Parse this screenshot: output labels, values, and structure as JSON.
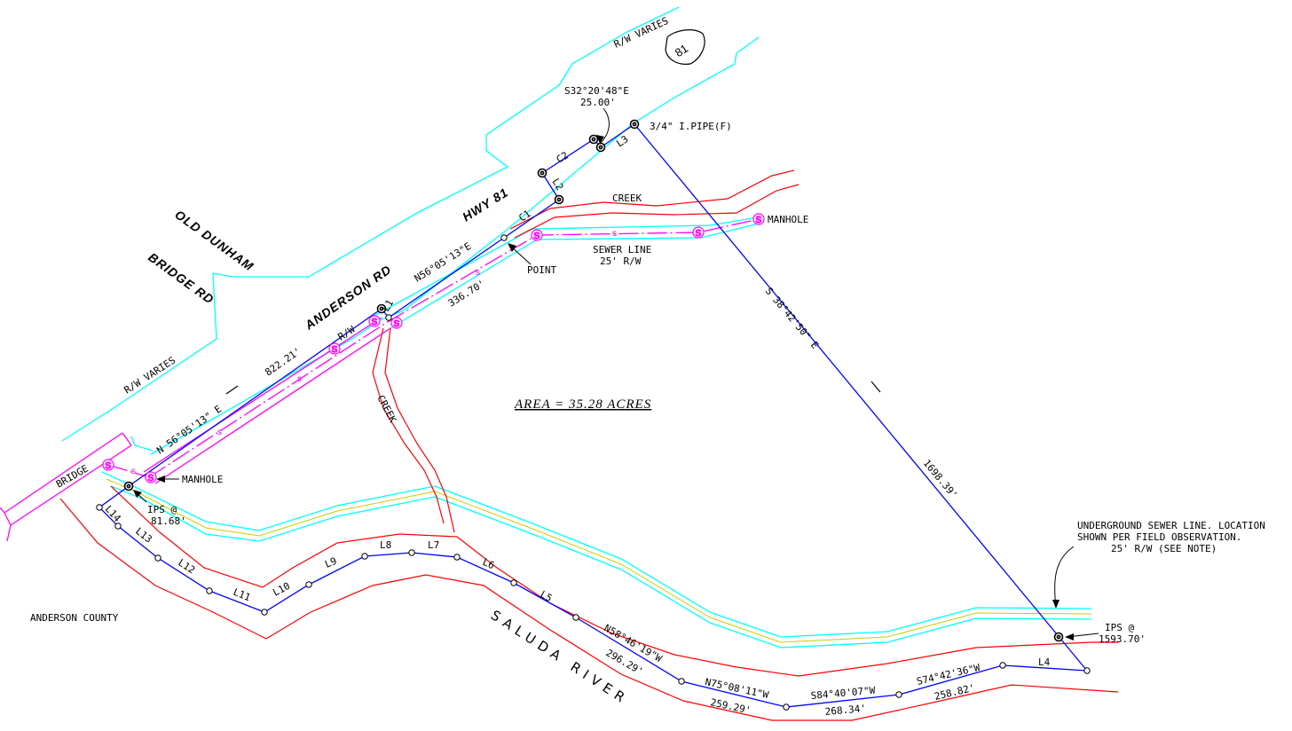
{
  "colors": {
    "row": "#00ffff",
    "sewer": "#ff00ff",
    "creek": "#ff0000",
    "boundary": "#0000ff",
    "sewer_center": "#ffff00",
    "text": "#000000"
  },
  "roads": {
    "hwy_81": "HWY 81",
    "anderson_rd": "ANDERSON RD",
    "old_dunham": "OLD DUNHAM",
    "bridge_rd": "BRIDGE RD",
    "route_shield": "81",
    "bridge": "BRIDGE"
  },
  "right_of_way": {
    "rw_varies_top": "R/W VARIES",
    "rw_varies_left": "R/W VARIES",
    "rw": "R/W"
  },
  "water": {
    "creek_top": "CREEK",
    "creek_mid": "CREEK",
    "river": "SALUDA RIVER"
  },
  "sewer": {
    "sewer_line": "SEWER LINE",
    "sewer_rw": "25' R/W",
    "manhole_right": "MANHOLE",
    "manhole_left": "MANHOLE",
    "point": "POINT",
    "manhole_symbol": "S",
    "line_mark": "s",
    "note_line1": "UNDERGROUND SEWER LINE. LOCATION",
    "note_line2": "SHOWN PER FIELD OBSERVATION.",
    "note_line3": "25' R/W (SEE NOTE)"
  },
  "monuments": {
    "iron_pipe": "3/4\" I.PIPE(F)",
    "ips_left_1": "IPS @",
    "ips_left_2": "81.68'",
    "ips_right_1": "IPS @",
    "ips_right_2": "1593.70'"
  },
  "bearings": {
    "s32_bearing": "S32°20'48\"E",
    "s32_distance": "25.00'",
    "n56_short": "N56°05'13\"E",
    "n56_short_distance": "336.70'",
    "n56_long": "N 56°05'13\" E",
    "n56_long_distance": "822.21'",
    "s38_bearing": "S 38°42'50\" E",
    "s38_distance": "1698.39'",
    "n58_bearing": "N58°46'19\"W",
    "n58_distance": "296.29'",
    "n75_bearing": "N75°08'11\"W",
    "n75_distance": "259.29'",
    "s84_bearing": "S84°40'07\"W",
    "s84_distance": "268.34'",
    "s74_bearing": "S74°42'36\"W",
    "s74_distance": "258.82'"
  },
  "line_labels": {
    "L1": "L1",
    "L2": "L2",
    "L3": "L3",
    "L4": "L4",
    "L5": "L5",
    "L6": "L6",
    "L7": "L7",
    "L8": "L8",
    "L9": "L9",
    "L10": "L10",
    "L11": "L11",
    "L12": "L12",
    "L13": "L13",
    "L14": "L14",
    "C1": "C1",
    "C2": "C2"
  },
  "area": "AREA = 35.28 ACRES",
  "county": "ANDERSON COUNTY"
}
